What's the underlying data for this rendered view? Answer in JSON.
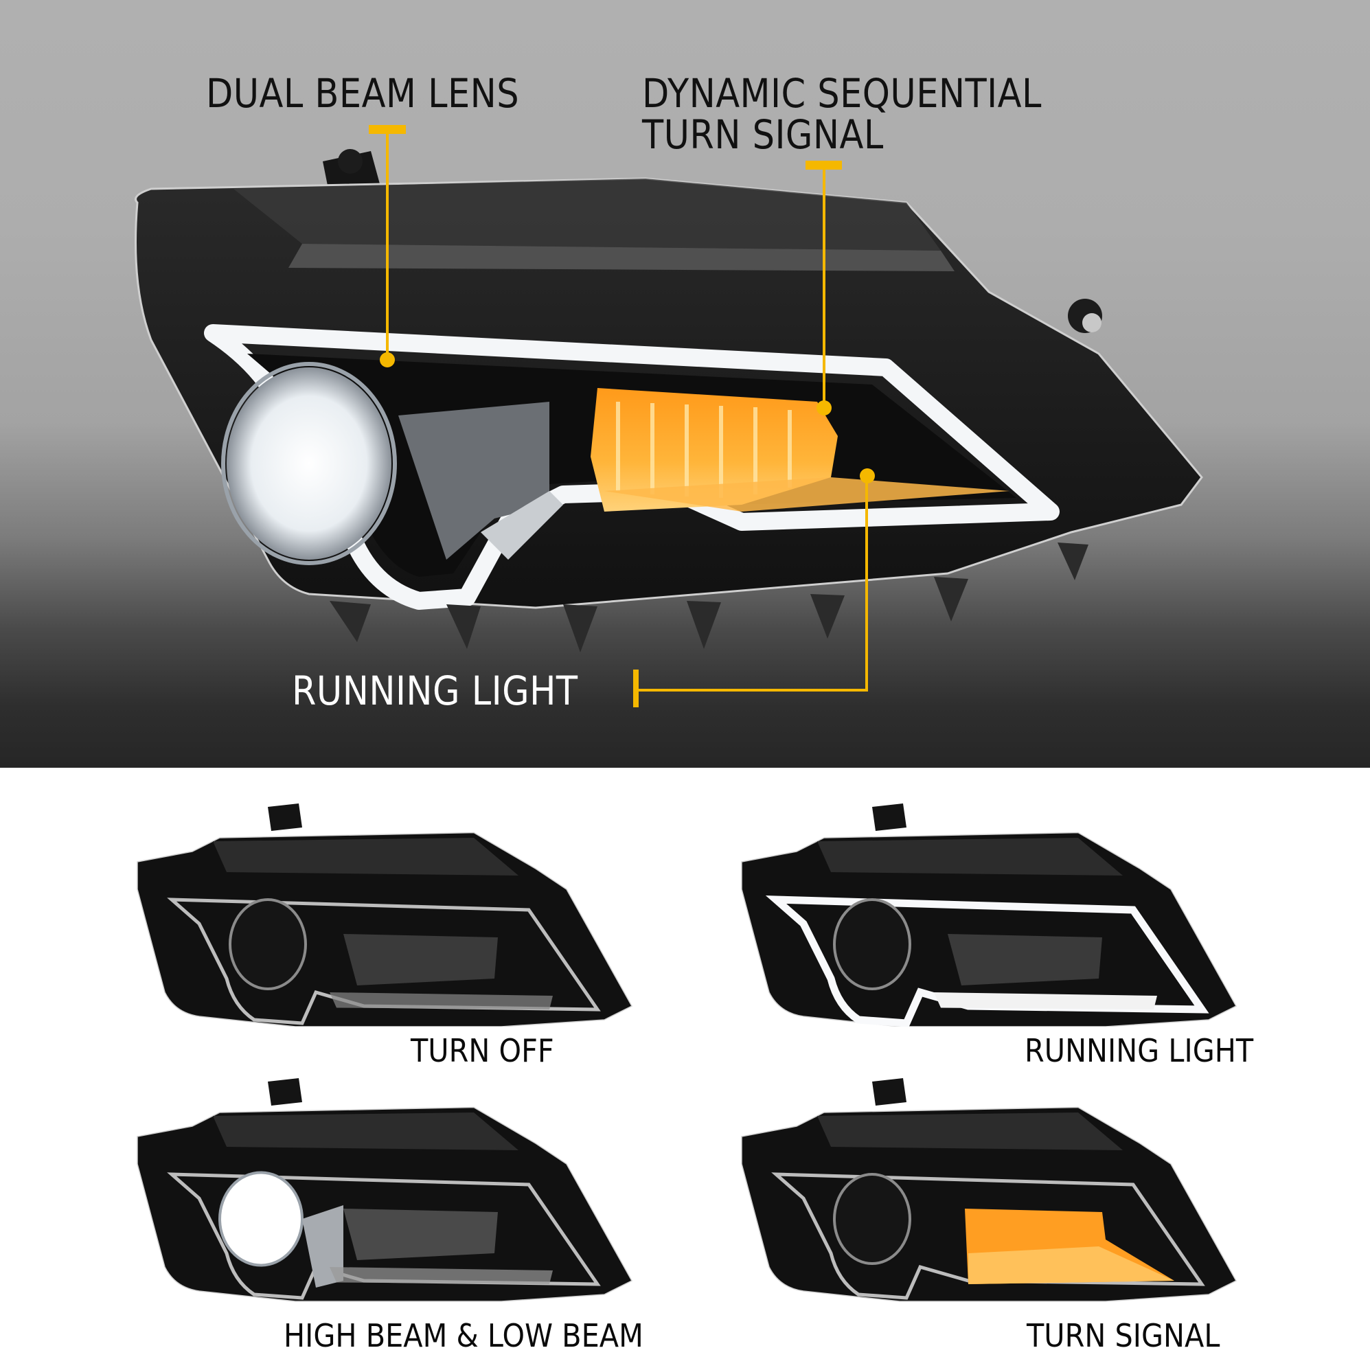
{
  "hero": {
    "callouts": {
      "dual_beam_lens": "DUAL BEAM LENS",
      "dynamic_turn_line1": "DYNAMIC SEQUENTIAL",
      "dynamic_turn_line2": "TURN SIGNAL",
      "running_light": "RUNNING LIGHT"
    },
    "accent_color": "#f5b800",
    "background_top": "#b0b0b0",
    "background_bottom": "#262626"
  },
  "states": [
    {
      "label": "TURN OFF",
      "mode": "off"
    },
    {
      "label": "RUNNING LIGHT",
      "mode": "drl"
    },
    {
      "label": "HIGH BEAM & LOW BEAM",
      "mode": "beam"
    },
    {
      "label": "TURN SIGNAL",
      "mode": "turn"
    }
  ]
}
